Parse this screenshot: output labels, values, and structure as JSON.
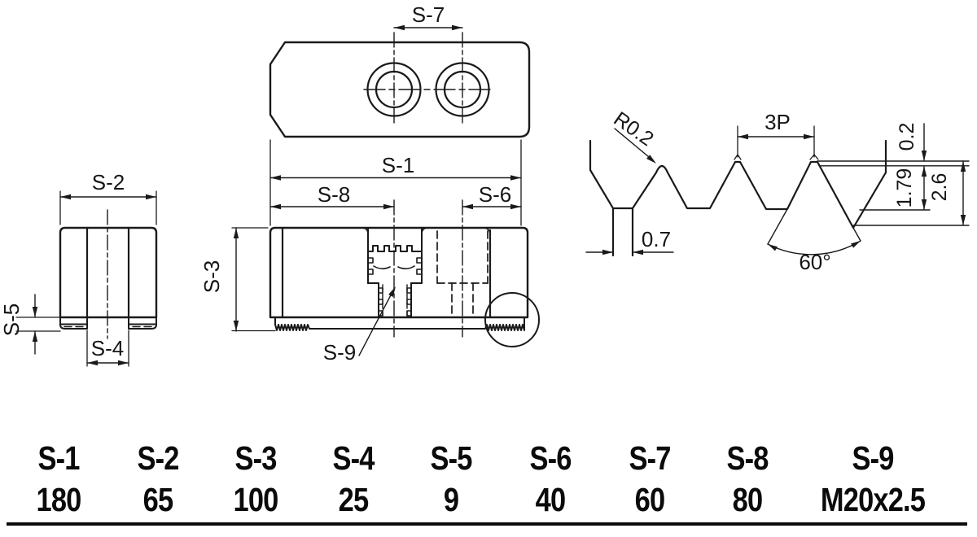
{
  "drawing": {
    "labels": {
      "s1": "S-1",
      "s2": "S-2",
      "s3": "S-3",
      "s4": "S-4",
      "s5": "S-5",
      "s6": "S-6",
      "s7": "S-7",
      "s8": "S-8",
      "s9": "S-9",
      "radius": "R0.2",
      "pitch": "3P",
      "groove_width": "0.7",
      "angle": "60°",
      "tip_flat": "0.2",
      "depth": "1.79",
      "total_depth": "2.6"
    }
  },
  "table": {
    "columns": [
      {
        "label": "S-1",
        "value": "180"
      },
      {
        "label": "S-2",
        "value": "65"
      },
      {
        "label": "S-3",
        "value": "100"
      },
      {
        "label": "S-4",
        "value": "25"
      },
      {
        "label": "S-5",
        "value": "9"
      },
      {
        "label": "S-6",
        "value": "40"
      },
      {
        "label": "S-7",
        "value": "60"
      },
      {
        "label": "S-8",
        "value": "80"
      },
      {
        "label": "S-9",
        "value": "M20x2.5"
      }
    ]
  },
  "colors": {
    "line": "#1a1a1a",
    "background": "#ffffff"
  }
}
